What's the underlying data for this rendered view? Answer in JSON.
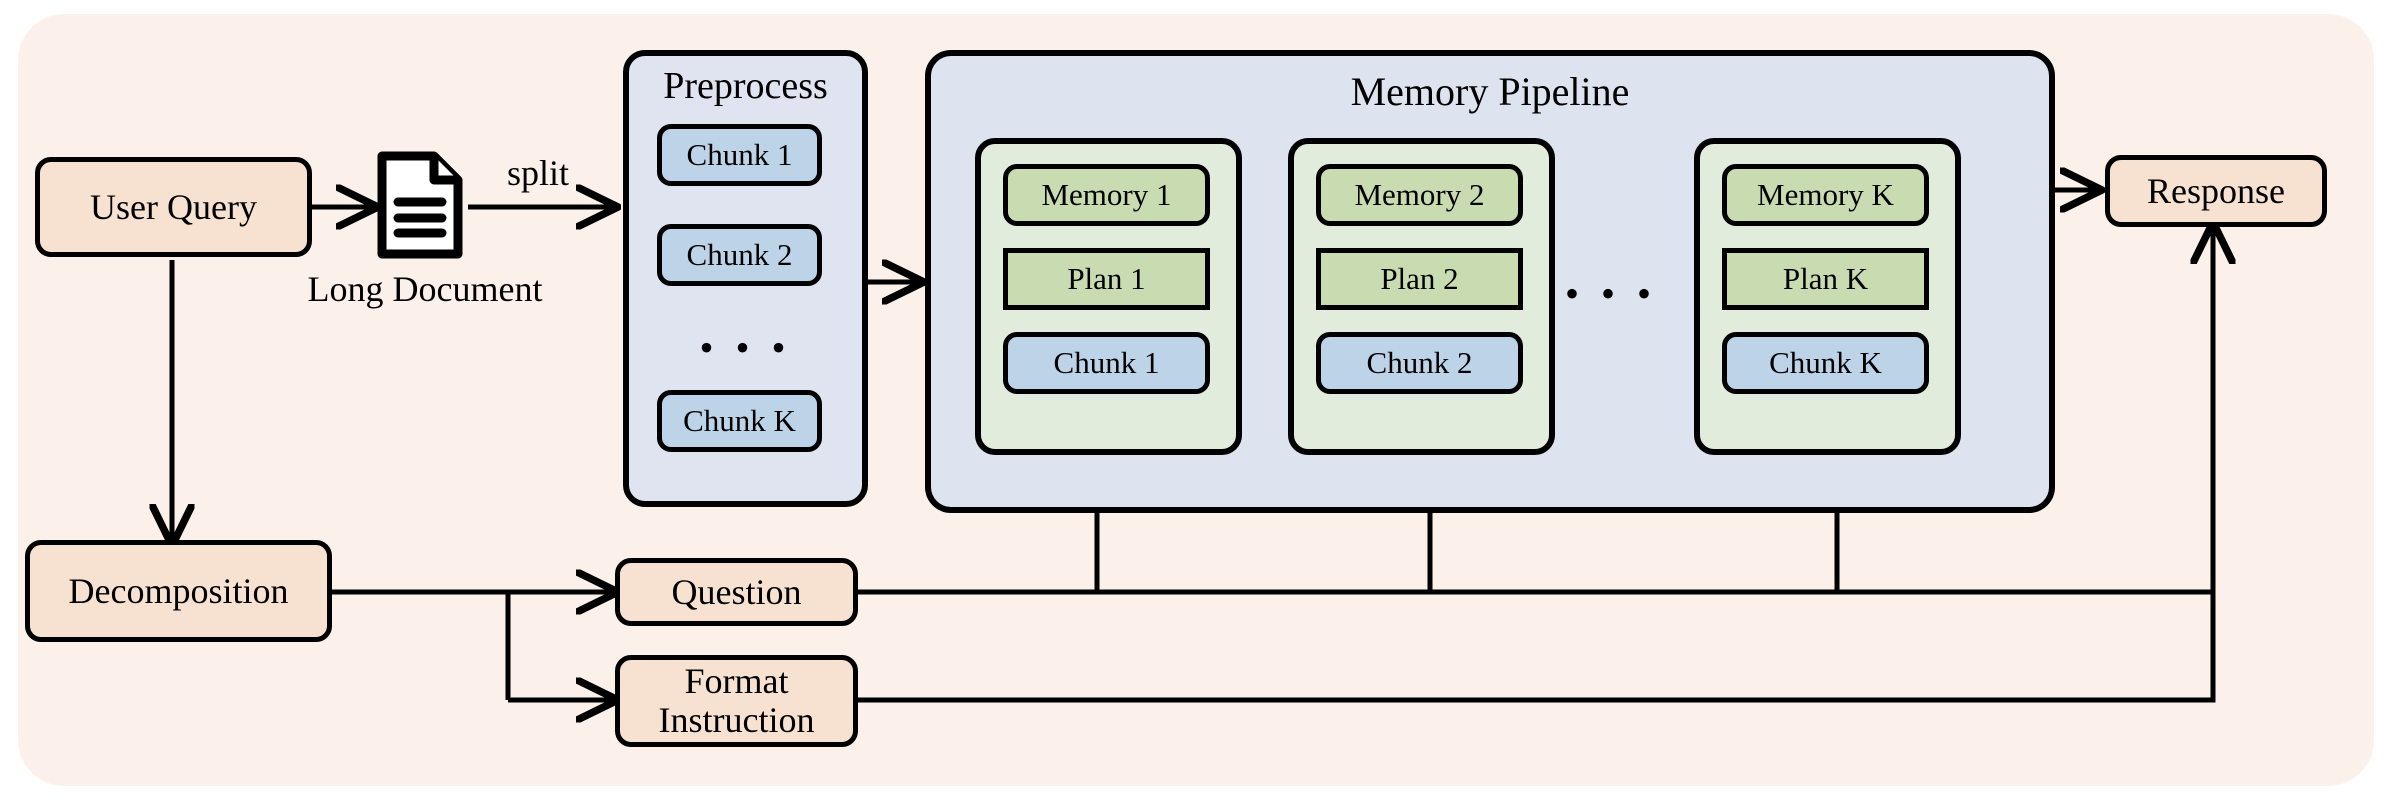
{
  "diagram": {
    "title_memory_pipeline": "Memory Pipeline",
    "title_preprocess": "Preprocess",
    "colors": {
      "canvas": "#fcf1ea",
      "peach_node": "#f7e2d2",
      "pipeline_panel": "#dde3ef",
      "preprocess_panel": "#dfe4f0",
      "stage_panel": "#e2ecdd",
      "chunk_blue": "#bdd3e8",
      "memory_green": "#c9dcb1",
      "stroke": "#000000"
    }
  },
  "inputs": {
    "user_query": "User Query",
    "long_document_caption": "Long Document",
    "split_edge_label": "split",
    "document_icon": "document-icon"
  },
  "preprocess": {
    "title": "Preprocess",
    "chunks": [
      {
        "label": "Chunk 1"
      },
      {
        "label": "Chunk 2"
      },
      {
        "label": "Chunk K"
      }
    ],
    "ellipsis": "• • •"
  },
  "memory_pipeline": {
    "title": "Memory Pipeline",
    "ellipsis": "• • •",
    "stages": [
      {
        "memory": "Memory 1",
        "plan": "Plan 1",
        "chunk": "Chunk 1"
      },
      {
        "memory": "Memory 2",
        "plan": "Plan 2",
        "chunk": "Chunk 2"
      },
      {
        "memory": "Memory K",
        "plan": "Plan K",
        "chunk": "Chunk K"
      }
    ]
  },
  "decomposition": {
    "label": "Decomposition",
    "outputs": [
      {
        "label": "Question"
      },
      {
        "label": "Format\nInstruction",
        "line1": "Format",
        "line2": "Instruction"
      }
    ]
  },
  "output": {
    "response": "Response"
  }
}
